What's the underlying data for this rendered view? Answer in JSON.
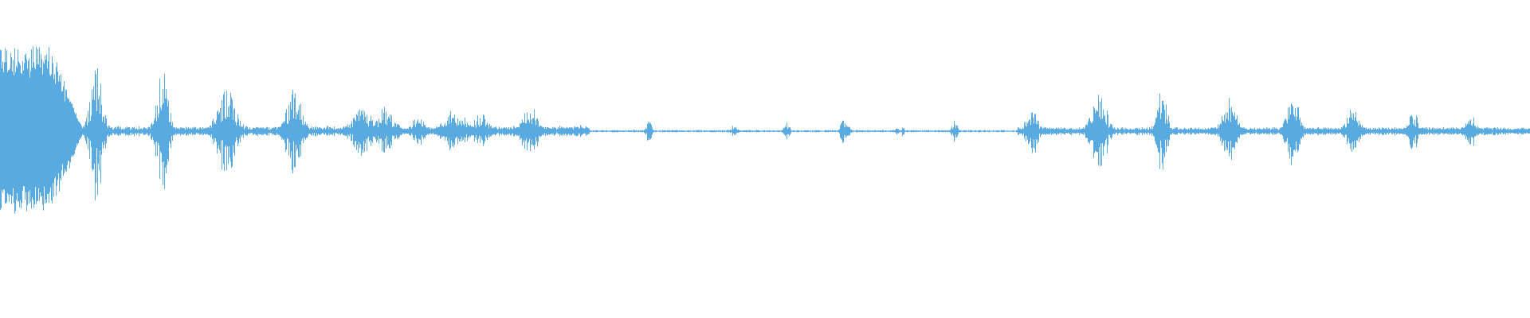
{
  "waveform": {
    "color": "#5aaae2",
    "background": "#ffffff",
    "note": "",
    "events": [
      {
        "t": 0.015,
        "amp": 1.0,
        "w": 0.018,
        "dense": true
      },
      {
        "t": 0.043,
        "amp": 0.42,
        "w": 0.005,
        "dense": false
      },
      {
        "t": 0.063,
        "amp": 0.84,
        "w": 0.007,
        "dense": false
      },
      {
        "t": 0.106,
        "amp": 0.73,
        "w": 0.007,
        "dense": false
      },
      {
        "t": 0.148,
        "amp": 0.54,
        "w": 0.01,
        "dense": false
      },
      {
        "t": 0.192,
        "amp": 0.53,
        "w": 0.008,
        "dense": false
      },
      {
        "t": 0.236,
        "amp": 0.33,
        "w": 0.01,
        "dense": false
      },
      {
        "t": 0.252,
        "amp": 0.3,
        "w": 0.01,
        "dense": false
      },
      {
        "t": 0.273,
        "amp": 0.23,
        "w": 0.006,
        "dense": false
      },
      {
        "t": 0.297,
        "amp": 0.27,
        "w": 0.012,
        "dense": false
      },
      {
        "t": 0.314,
        "amp": 0.23,
        "w": 0.008,
        "dense": false
      },
      {
        "t": 0.342,
        "amp": 0.32,
        "w": 0.005,
        "dense": false
      },
      {
        "t": 0.348,
        "amp": 0.3,
        "w": 0.006,
        "dense": false
      },
      {
        "t": 0.378,
        "amp": 0.09,
        "w": 0.004,
        "dense": false
      },
      {
        "t": 0.424,
        "amp": 0.15,
        "w": 0.003,
        "dense": false
      },
      {
        "t": 0.48,
        "amp": 0.09,
        "w": 0.003,
        "dense": false
      },
      {
        "t": 0.514,
        "amp": 0.1,
        "w": 0.003,
        "dense": false
      },
      {
        "t": 0.551,
        "amp": 0.17,
        "w": 0.003,
        "dense": false
      },
      {
        "t": 0.554,
        "amp": 0.11,
        "w": 0.003,
        "dense": false
      },
      {
        "t": 0.586,
        "amp": 0.06,
        "w": 0.002,
        "dense": false
      },
      {
        "t": 0.59,
        "amp": 0.06,
        "w": 0.002,
        "dense": false
      },
      {
        "t": 0.624,
        "amp": 0.14,
        "w": 0.003,
        "dense": false
      },
      {
        "t": 0.674,
        "amp": 0.34,
        "w": 0.006,
        "dense": false
      },
      {
        "t": 0.718,
        "amp": 0.53,
        "w": 0.008,
        "dense": false
      },
      {
        "t": 0.759,
        "amp": 0.48,
        "w": 0.006,
        "dense": false
      },
      {
        "t": 0.803,
        "amp": 0.46,
        "w": 0.007,
        "dense": false
      },
      {
        "t": 0.845,
        "amp": 0.44,
        "w": 0.007,
        "dense": false
      },
      {
        "t": 0.884,
        "amp": 0.3,
        "w": 0.007,
        "dense": false
      },
      {
        "t": 0.923,
        "amp": 0.26,
        "w": 0.006,
        "dense": false
      },
      {
        "t": 0.961,
        "amp": 0.21,
        "w": 0.006,
        "dense": false
      },
      {
        "t": 0.998,
        "amp": 0.06,
        "w": 0.003,
        "dense": false
      }
    ],
    "noise": [
      {
        "from": 0.0,
        "to": 0.385,
        "amp": 0.05
      },
      {
        "from": 0.385,
        "to": 0.665,
        "amp": 0.012
      },
      {
        "from": 0.665,
        "to": 1.0,
        "amp": 0.04
      }
    ]
  }
}
